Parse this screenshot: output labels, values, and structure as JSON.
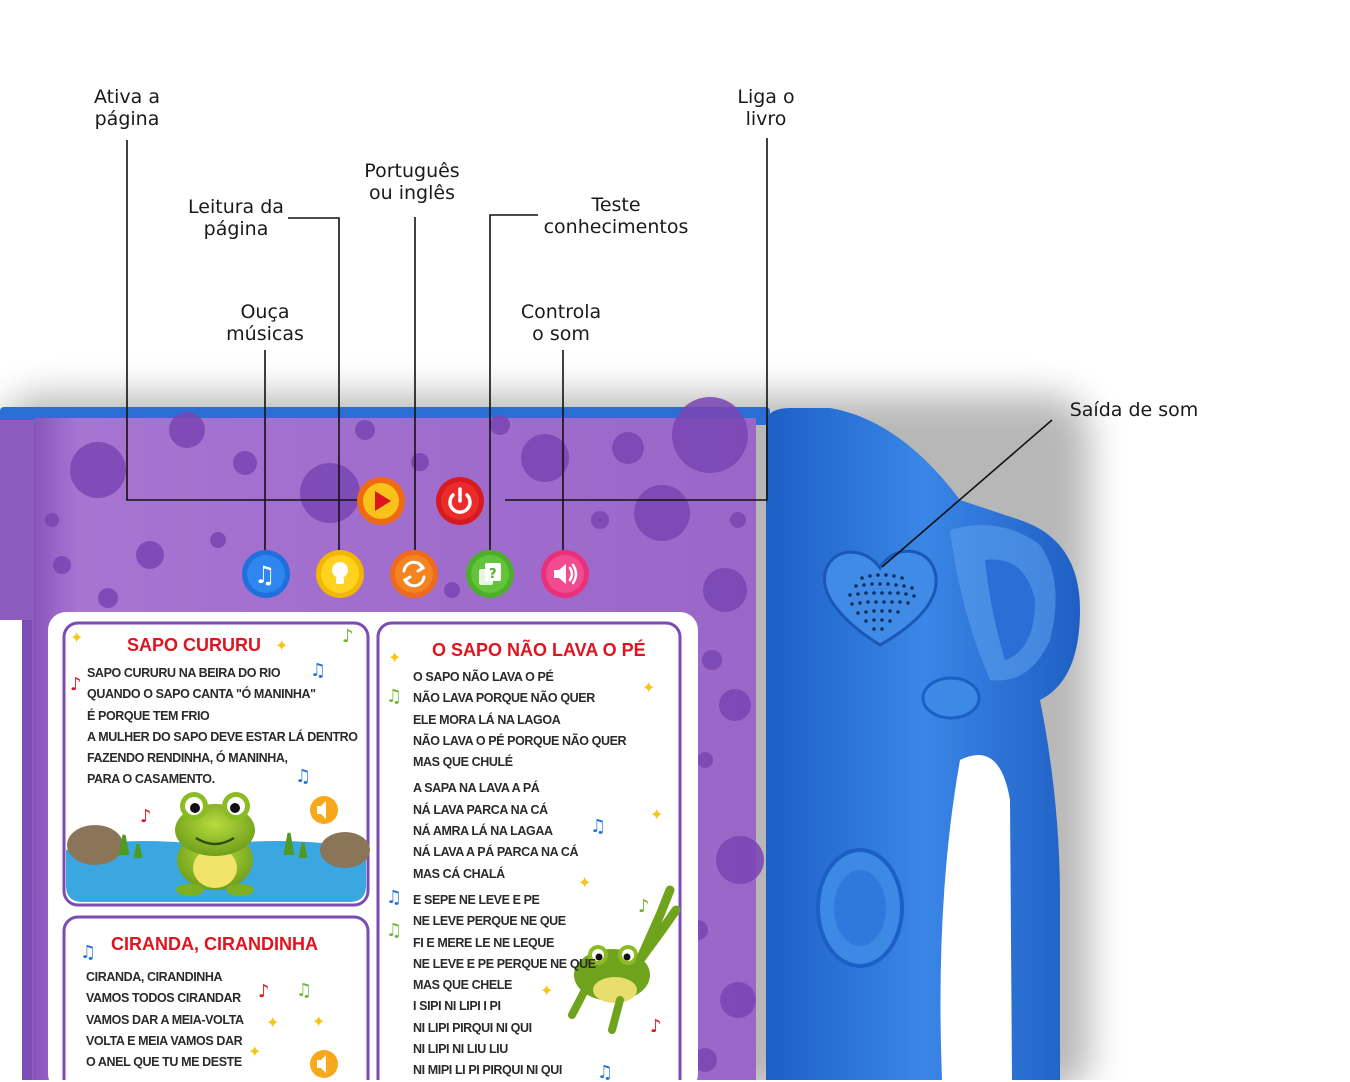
{
  "callouts": {
    "ativa": [
      "Ativa a",
      "página"
    ],
    "liga": [
      "Liga o",
      "livro"
    ],
    "portugues": [
      "Português",
      "ou inglês"
    ],
    "leitura": [
      "Leitura da",
      "página"
    ],
    "teste": [
      "Teste",
      "conhecimentos"
    ],
    "ouca": [
      "Ouça",
      "músicas"
    ],
    "controla": [
      "Controla",
      "o som"
    ],
    "saida": "Saída de som"
  },
  "colors": {
    "page_purple": "#9b66c6",
    "dot_purple": "#7a45b3",
    "device_blue": "#2d72d6",
    "song_red": "#e0141e",
    "card_border": "#7b4bb6"
  },
  "buttons": {
    "top": [
      {
        "name": "play-button",
        "icon": "play-icon",
        "color": "#f06a12"
      },
      {
        "name": "power-button",
        "icon": "power-icon",
        "color": "#d71920"
      }
    ],
    "row": [
      {
        "name": "music-button",
        "icon": "music-note-icon",
        "color": "#1f6fdc"
      },
      {
        "name": "read-page-button",
        "icon": "lightbulb-icon",
        "color": "#f2b800"
      },
      {
        "name": "language-button",
        "icon": "language-swap-icon",
        "color": "#ee6a1c"
      },
      {
        "name": "quiz-button",
        "icon": "question-card-icon",
        "color": "#4caf2a"
      },
      {
        "name": "volume-button",
        "icon": "speaker-icon",
        "color": "#e8317a"
      }
    ]
  },
  "songs": {
    "sapo_cururu": {
      "title": "SAPO CURURU",
      "lines": [
        "SAPO CURURU NA BEIRA DO RIO",
        "QUANDO O SAPO CANTA \"Ó MANINHA\"",
        "É PORQUE TEM FRIO",
        "A MULHER DO SAPO DEVE ESTAR LÁ DENTRO",
        "FAZENDO RENDINHA, Ó MANINHA,",
        "PARA O CASAMENTO."
      ]
    },
    "ciranda": {
      "title": "CIRANDA, CIRANDINHA",
      "lines": [
        "CIRANDA, CIRANDINHA",
        "VAMOS TODOS CIRANDAR",
        "VAMOS DAR A MEIA-VOLTA",
        "VOLTA E MEIA VAMOS DAR",
        "O ANEL QUE TU ME DESTE"
      ]
    },
    "sapo_nao_lava": {
      "title": "O SAPO NÃO LAVA O PÉ",
      "stanza1": [
        "O SAPO NÃO LAVA O PÉ",
        "NÃO LAVA PORQUE NÃO QUER",
        "ELE MORA LÁ NA LAGOA",
        "NÃO LAVA O PÉ PORQUE NÃO QUER",
        "MAS QUE CHULÉ"
      ],
      "stanza2": [
        "A SAPA NA LAVA A PÁ",
        "NÁ LAVA PARCA NA CÁ",
        "NÁ AMRA LÁ NA LAGAA",
        "NÁ LAVA A PÁ PARCA NA CÁ",
        "MAS CÁ CHALÁ"
      ],
      "stanza3": [
        "E SEPE NE LEVE E PE",
        "NE LEVE PERQUE NE QUE",
        "FI E MERE LE NE LEQUE",
        "NE LEVE E PE PERQUE NE QUE",
        "MAS QUE CHELE",
        "I SIPI NI LIPI I PI",
        "NI LIPI PIRQUI NI QUI",
        "NI LIPI NI LIU LIU",
        "NI MIPI LI PI PIRQUI NI QUI"
      ]
    }
  }
}
